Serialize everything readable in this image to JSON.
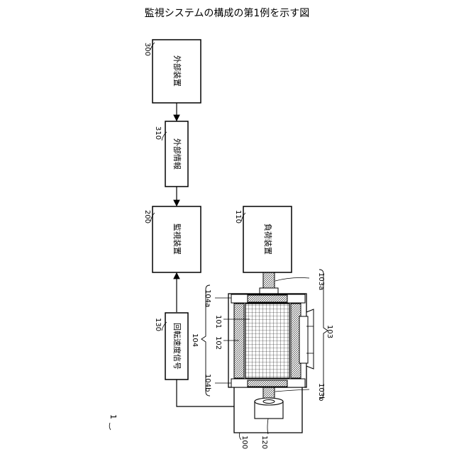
{
  "title": "監視システムの構成の第1例を示す図",
  "figure_ref": "1",
  "blocks": {
    "external_device": "外部装置",
    "external_info": "外部情報",
    "monitoring_device": "監視装置",
    "load_device": "負荷装置",
    "rotation_signal": "回転速度信号"
  },
  "refs": {
    "r300": "300",
    "r310": "310",
    "r200": "200",
    "r110": "110",
    "r130": "130",
    "r104": "104",
    "r104a": "104a",
    "r104b": "104b",
    "r101": "101",
    "r102": "102",
    "r103": "103",
    "r103a": "103a",
    "r103b": "103b",
    "r100": "100",
    "r120": "120"
  }
}
